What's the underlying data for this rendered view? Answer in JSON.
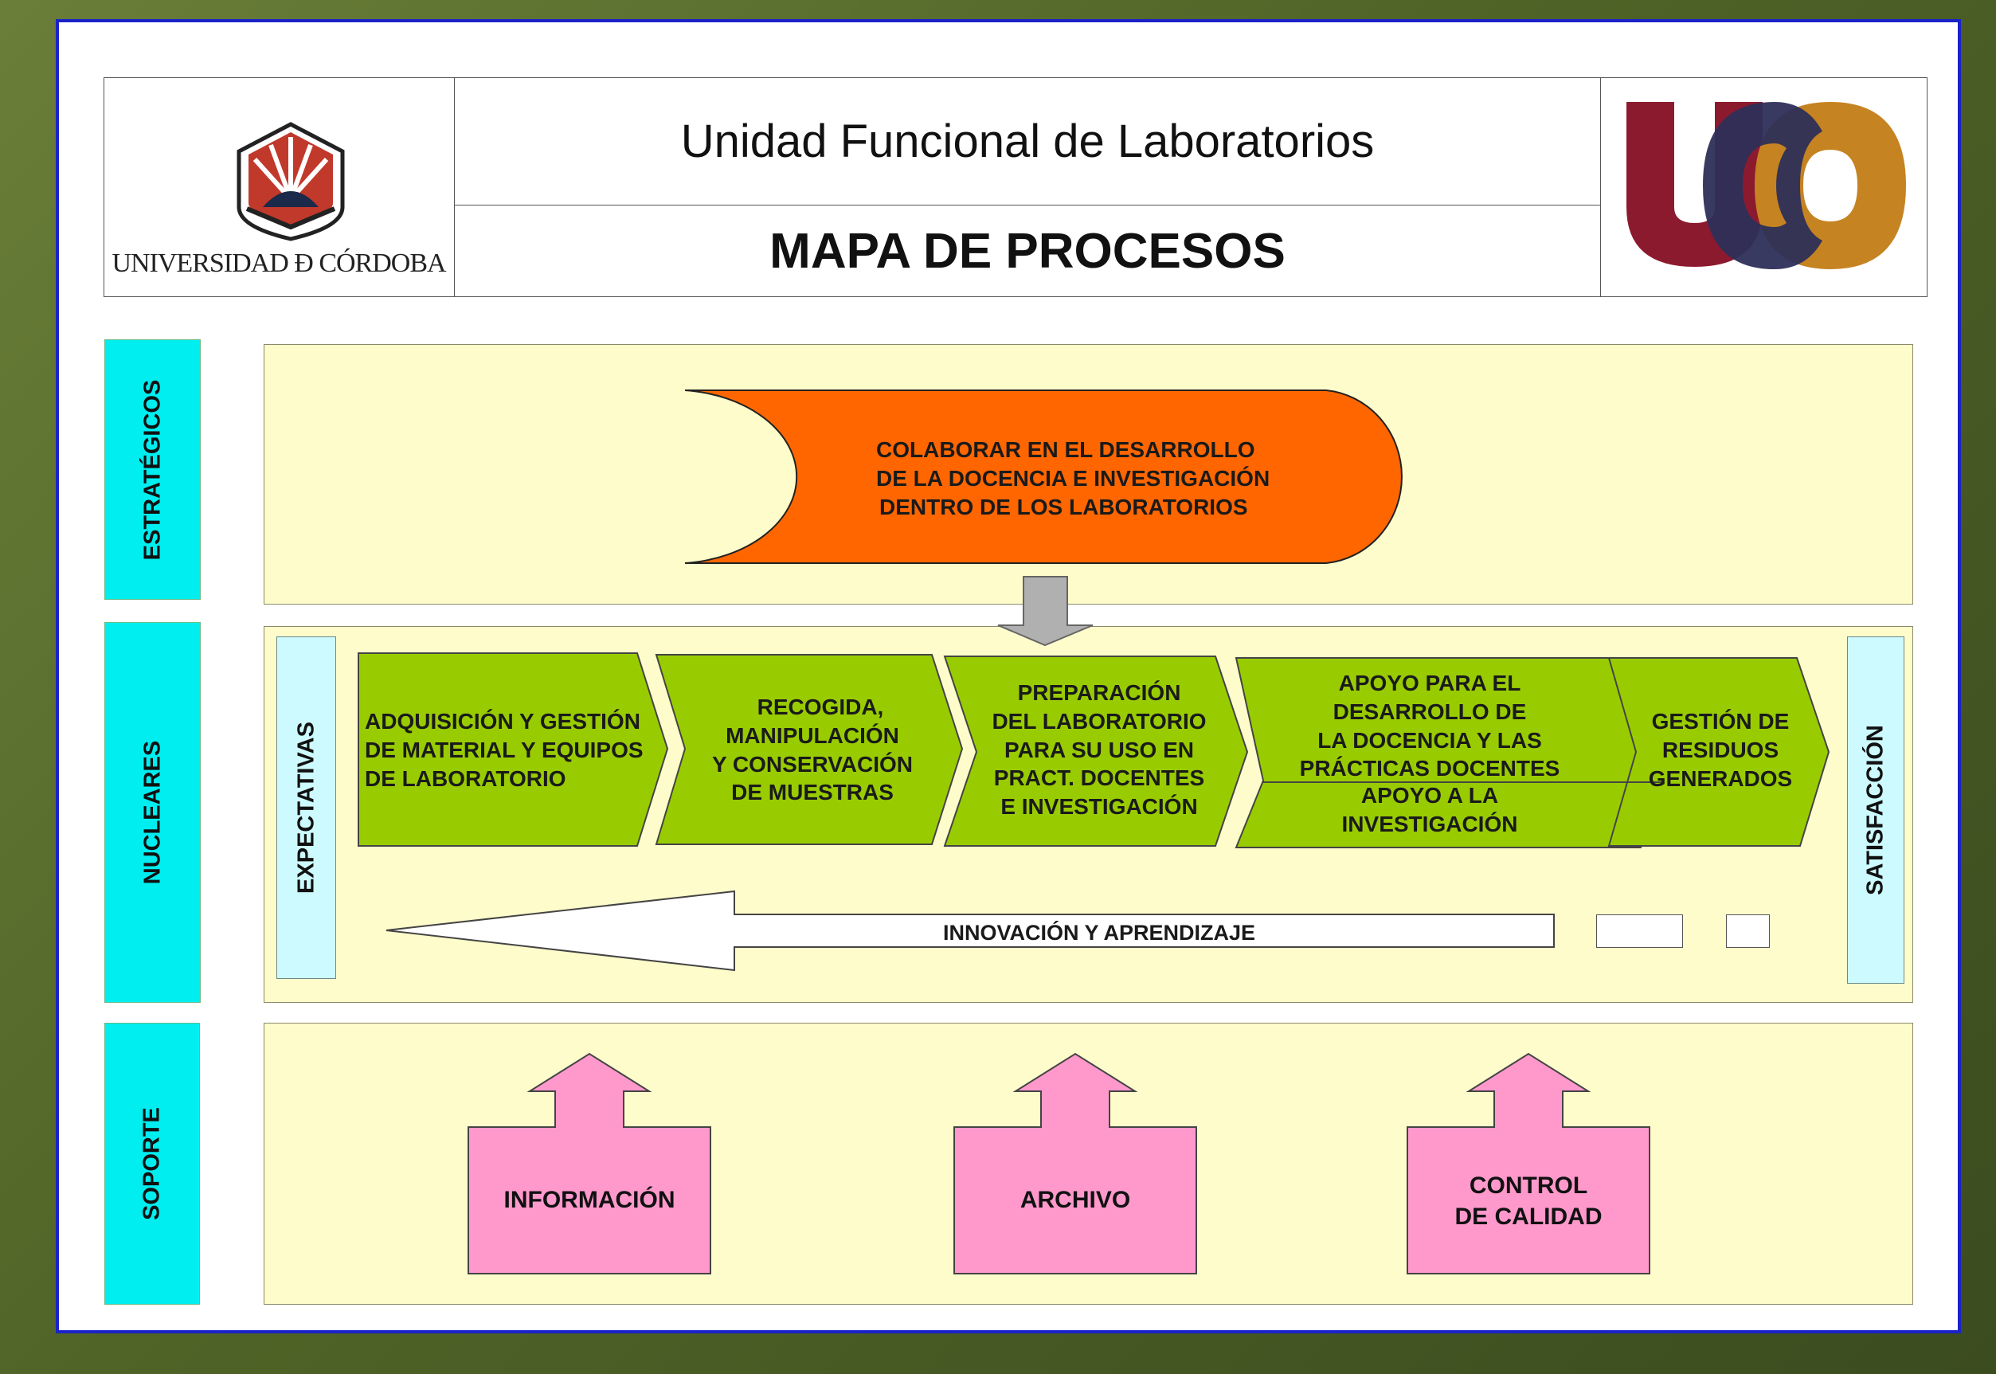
{
  "header": {
    "title": "Unidad Funcional de Laboratorios",
    "subtitle": "MAPA DE PROCESOS",
    "university_name": "UNIVERSIDAD Đ CÓRDOBA"
  },
  "bands": {
    "estrategicos": {
      "label": "ESTRATÉGICOS"
    },
    "nucleares": {
      "label": "NUCLEARES"
    },
    "soporte": {
      "label": "SOPORTE"
    }
  },
  "strategic_process": {
    "lines": [
      "COLABORAR EN EL DESARROLLO",
      "DE LA DOCENCIA E INVESTIGACIÓN",
      "DENTRO DE LOS LABORATORIOS"
    ]
  },
  "core": {
    "input_label": "EXPECTATIVAS",
    "output_label": "SATISFACCIÓN",
    "processes": [
      {
        "lines": [
          "ADQUISICIÓN Y GESTIÓN",
          "DE MATERIAL Y EQUIPOS",
          "DE LABORATORIO"
        ]
      },
      {
        "lines": [
          "RECOGIDA,",
          "MANIPULACIÓN",
          "Y CONSERVACIÓN",
          "DE MUESTRAS"
        ]
      },
      {
        "lines": [
          "PREPARACIÓN",
          "DEL LABORATORIO",
          "PARA SU USO EN",
          "PRACT. DOCENTES",
          "E INVESTIGACIÓN"
        ]
      },
      {
        "lines": [
          "APOYO PARA EL",
          "DESARROLLO DE",
          "LA DOCENCIA Y LAS",
          "PRÁCTICAS  DOCENTES"
        ],
        "lines_bottom": [
          "APOYO A LA",
          "INVESTIGACIÓN"
        ]
      },
      {
        "lines": [
          "GESTIÓN DE",
          "RESIDUOS",
          "GENERADOS"
        ]
      }
    ],
    "feedback_label": "INNOVACIÓN Y APRENDIZAJE"
  },
  "support": [
    {
      "lines": [
        "INFORMACIÓN"
      ]
    },
    {
      "lines": [
        "ARCHIVO"
      ]
    },
    {
      "lines": [
        "CONTROL",
        "DE CALIDAD"
      ]
    }
  ],
  "colors": {
    "slide_border": "#1a22c8",
    "strategic_fill": "#ff6600",
    "chevron_fill": "#99cc00",
    "band_fill": "#fefccb",
    "side_label_fill": "#00eef0",
    "expect_fill": "#ccfafe",
    "support_fill": "#ff99cc",
    "down_arrow_fill": "#b0b0b0"
  },
  "logos": {
    "left": "universidad-de-cordoba-crest",
    "right": "uco-logo"
  }
}
